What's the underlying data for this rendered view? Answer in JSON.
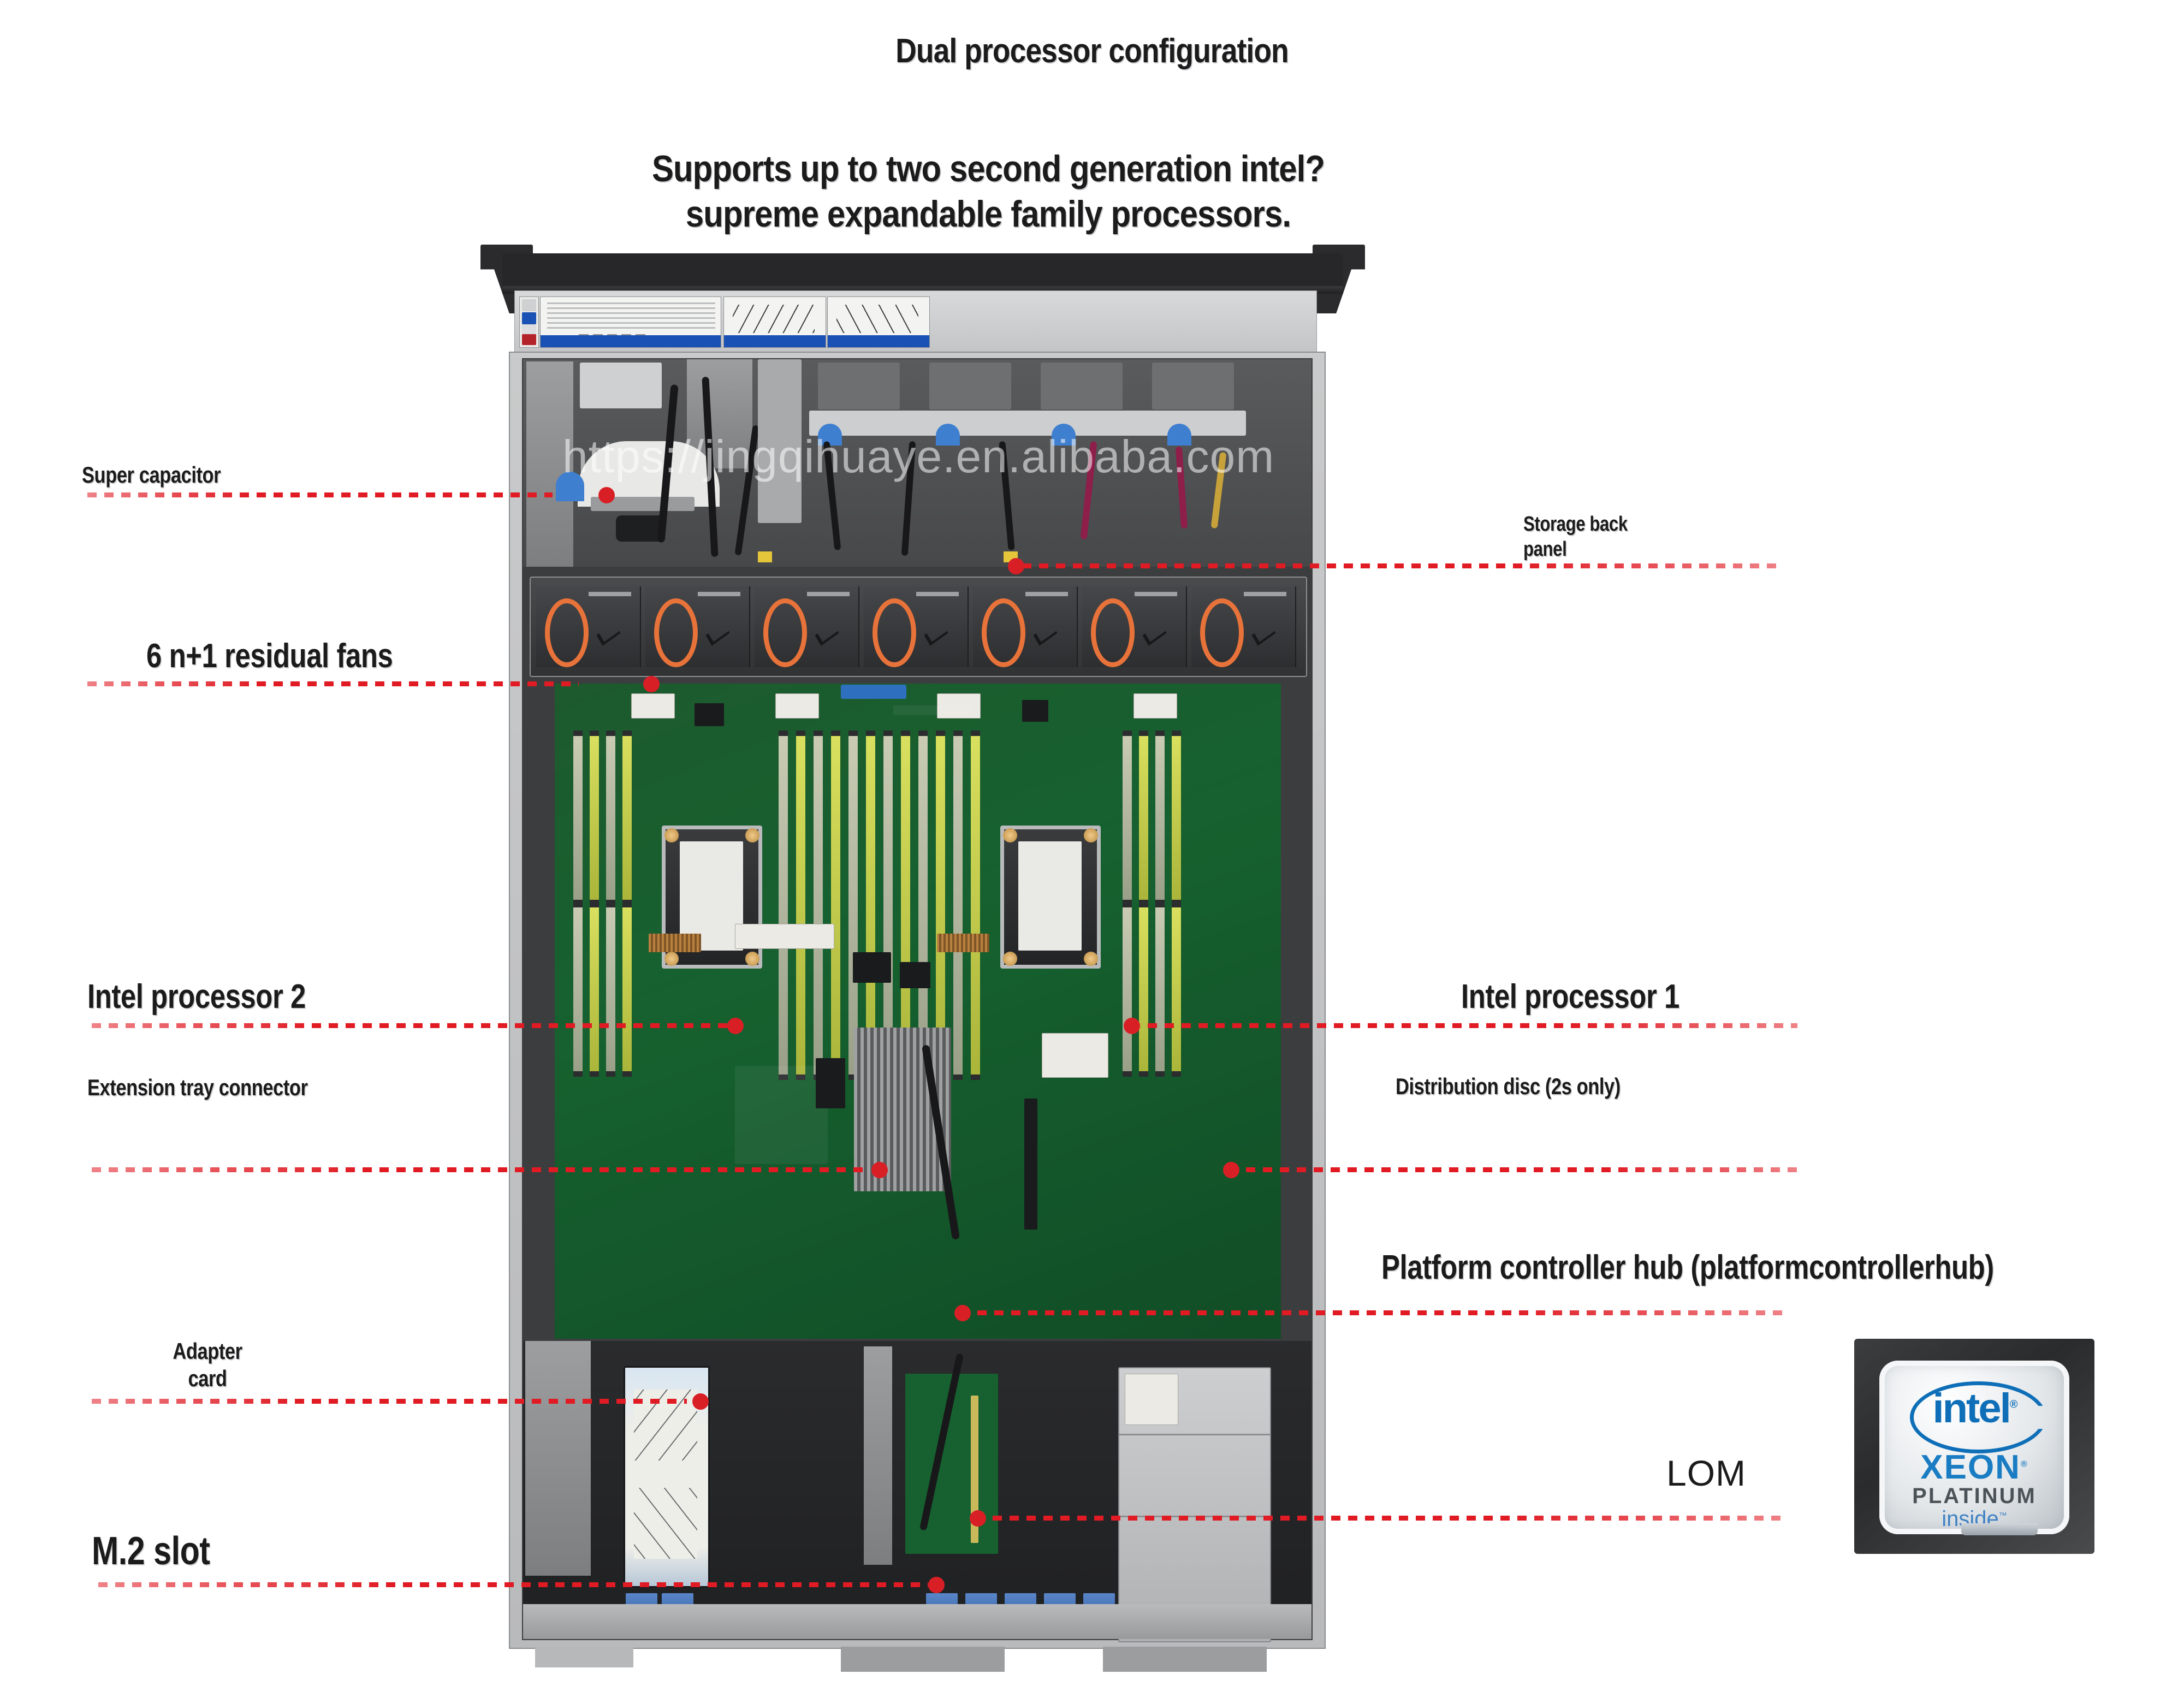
{
  "headings": {
    "title": "Dual processor configuration",
    "subtitle": "Supports up to two second generation intel?\nsupreme expandable family processors."
  },
  "watermark": {
    "text": "https://jingqihuaye.en.alibaba.com"
  },
  "callouts": {
    "super_capacitor": "Super capacitor",
    "residual_fans": "6 n+1 residual fans",
    "intel_processor_2": "Intel processor 2",
    "extension_tray_connector": "Extension tray connector",
    "adapter_card": "Adapter\ncard",
    "m2_slot": "M.2 slot",
    "storage_back_panel": "Storage back\npanel",
    "intel_processor_1": "Intel processor 1",
    "distribution_disc": "Distribution disc (2s only)",
    "platform_controller_hub": "Platform controller hub (platformcontrollerhub)",
    "lom": "LOM"
  },
  "badge": {
    "brand": "intel",
    "registered": "®",
    "line2": "XEON",
    "line2_sup": "®",
    "line3": "PLATINUM",
    "line4": "inside",
    "trademark": "™"
  },
  "colors": {
    "leader_red": "#e01b24",
    "dot_red": "#d81f26",
    "pcb_green": "#16612f",
    "fan_orange": "#e8733a",
    "intel_blue": "#0e6fb8",
    "bezel_blue": "#1a51b5",
    "chassis_grey": "#c9cacb",
    "text_dark": "#1b1b1b"
  }
}
